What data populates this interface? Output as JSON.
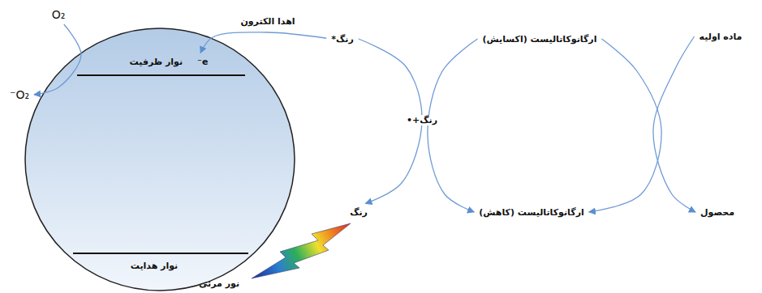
{
  "diagram": {
    "nodes": [
      {
        "text": [
          "O₂"
        ]
      },
      {
        "text": [
          "O₂⁻"
        ]
      },
      {
        "text": [
          "e⁻",
          "نوار ظرفیت"
        ]
      },
      {
        "text": [
          "رنگ*"
        ]
      },
      {
        "text": [
          "ارگانوکاتالیست (اکسایش)"
        ]
      },
      {
        "text": [
          "ماده اولیه"
        ]
      },
      {
        "text": [
          "رنگ"
        ]
      },
      {
        "text": [
          "ارگانوکاتالیست (کاهش)"
        ]
      },
      {
        "text": [
          "محصول"
        ]
      },
      {
        "text": [
          "نوار هدایت"
        ]
      }
    ],
    "edges": [
      {
        "from": 3,
        "to": 2,
        "arrow": "to",
        "label": "اهدا الکترون"
      },
      {
        "from": 0,
        "to": 1,
        "arrow": "to"
      },
      {
        "from": 3,
        "to": 6,
        "arrow": "to",
        "label": "رنگ+•"
      },
      {
        "from": 4,
        "to": 7,
        "arrow": "to"
      },
      {
        "from": 4,
        "to": 7,
        "arrow": "to"
      },
      {
        "from": 5,
        "to": 8,
        "arrow": "to"
      }
    ],
    "labels": [
      "نور مرئی"
    ]
  }
}
